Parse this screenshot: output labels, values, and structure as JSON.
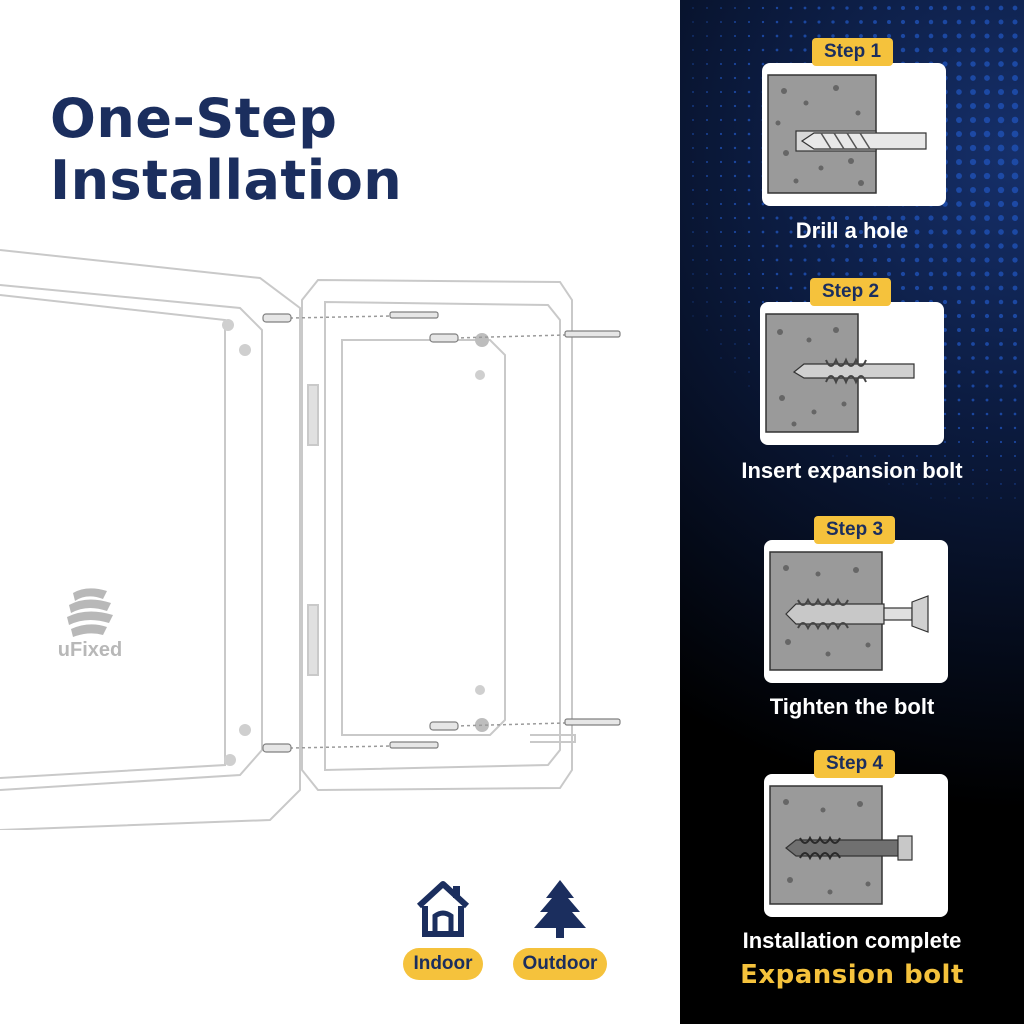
{
  "header": {
    "title_line1": "One-Step",
    "title_line2": "Installation"
  },
  "brand": {
    "name": "uFixed",
    "icon": "wave-logo-icon"
  },
  "environments": [
    {
      "label": "Indoor",
      "icon": "house-icon"
    },
    {
      "label": "Outdoor",
      "icon": "tree-icon"
    }
  ],
  "steps": [
    {
      "badge": "Step 1",
      "caption": "Drill a hole",
      "icon": "drill-bit-in-wall-icon"
    },
    {
      "badge": "Step 2",
      "caption": "Insert expansion bolt",
      "icon": "anchor-insert-icon"
    },
    {
      "badge": "Step 3",
      "caption": "Tighten the bolt",
      "icon": "screw-tighten-icon"
    },
    {
      "badge": "Step 4",
      "caption": "Installation complete",
      "icon": "anchor-complete-icon"
    }
  ],
  "footer": {
    "label": "Expansion bolt"
  },
  "colors": {
    "navy": "#1b2e5e",
    "accent_yellow": "#f5c23c",
    "dark_bg": "#000000",
    "dot_blue": "#1f4fb0"
  }
}
